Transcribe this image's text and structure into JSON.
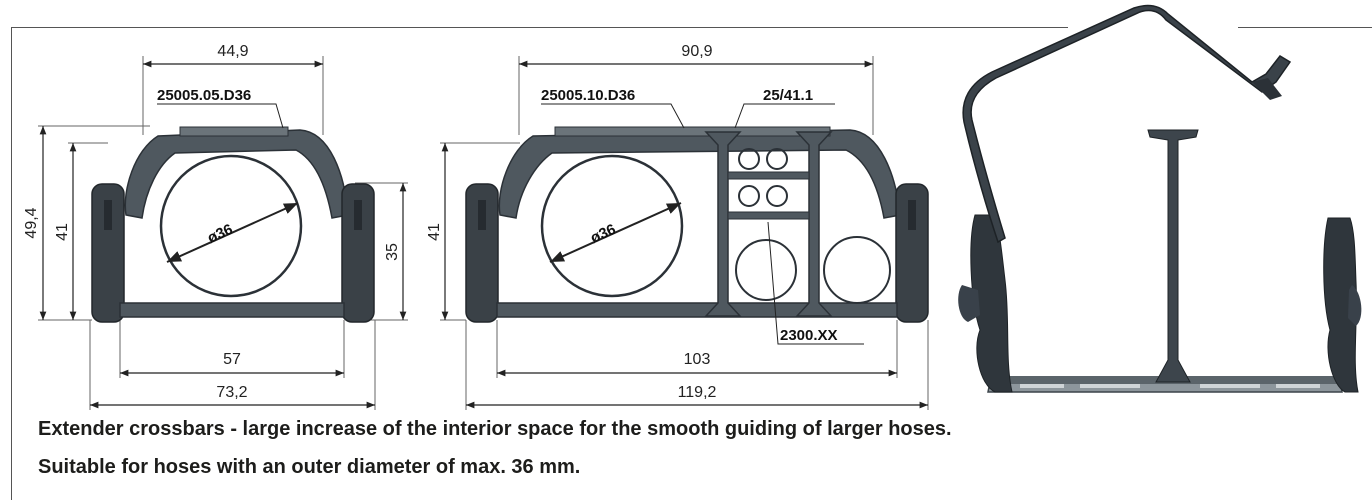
{
  "left_view": {
    "dim_top": "44,9",
    "part_label": "25005.05.D36",
    "dim_outer_height": "49,4",
    "dim_inner_height": "41",
    "dim_right_height": "35",
    "dim_diameter": "ø36",
    "dim_inner_width": "57",
    "dim_outer_width": "73,2"
  },
  "middle_view": {
    "dim_top": "90,9",
    "part_label": "25005.10.D36",
    "part_label_2": "25/41.1",
    "dim_inner_height": "41",
    "dim_diameter": "ø36",
    "part_label_3": "2300.XX",
    "dim_inner_width": "103",
    "dim_outer_width": "119,2"
  },
  "caption": {
    "line1": "Extender crossbars - large increase of the interior space for the smooth guiding of larger hoses.",
    "line2": "Suitable for hoses with an outer diameter of max. 36 mm."
  },
  "colors": {
    "part_fill": "#4a535b",
    "part_dark": "#2b3137",
    "line": "#333333",
    "text": "#1d1d1b"
  }
}
